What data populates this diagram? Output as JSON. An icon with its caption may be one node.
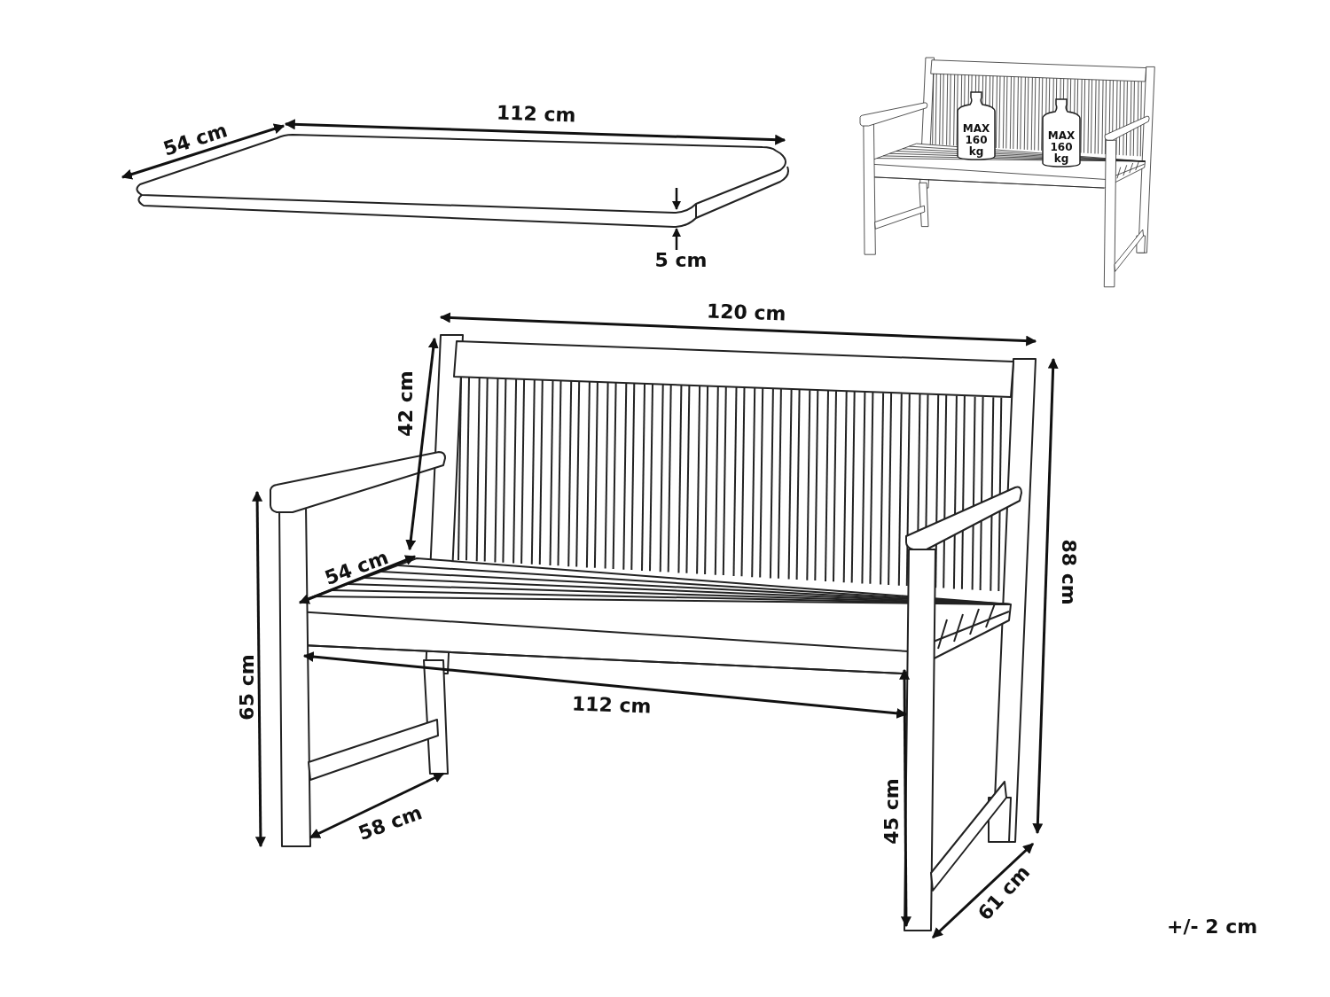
{
  "diagram": {
    "nodes": [
      {
        "text": [
          "MAX 160 kg"
        ]
      },
      {
        "text": [
          "MAX 160 kg"
        ]
      }
    ],
    "edges": [],
    "labels": [
      "54 cm",
      "112 cm",
      "5 cm",
      "120 cm",
      "42 cm",
      "54 cm",
      "88 cm",
      "65 cm",
      "112 cm",
      "45 cm",
      "58 cm",
      "61 cm",
      "+/- 2 cm"
    ]
  }
}
